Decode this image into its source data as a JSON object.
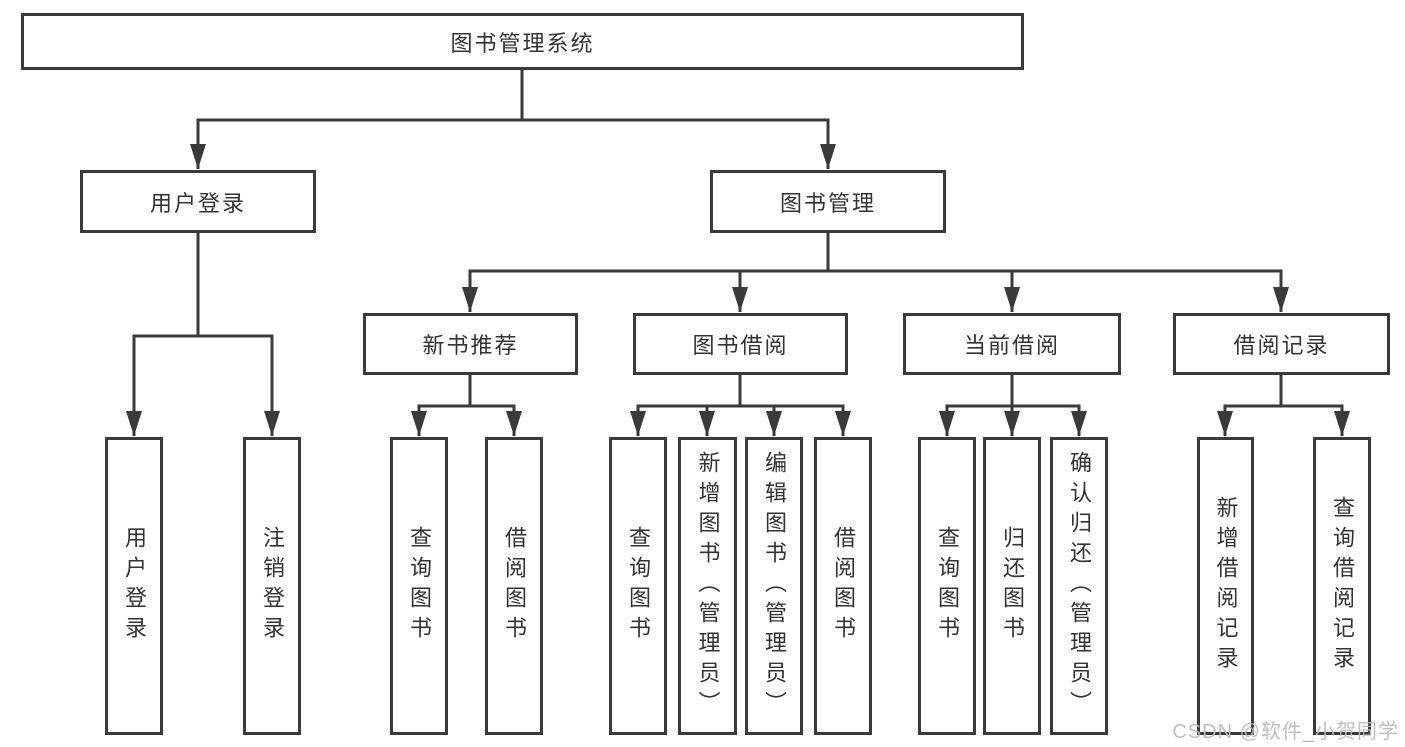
{
  "tree": {
    "root": "图书管理系统",
    "branches": [
      {
        "label": "用户登录",
        "leaves": [
          "用户登录",
          "注销登录"
        ]
      },
      {
        "label": "图书管理",
        "groups": [
          {
            "label": "新书推荐",
            "leaves": [
              "查询图书",
              "借阅图书"
            ]
          },
          {
            "label": "图书借阅",
            "leaves": [
              "查询图书",
              "新增图书（管理员）",
              "编辑图书（管理员）",
              "借阅图书"
            ]
          },
          {
            "label": "当前借阅",
            "leaves": [
              "查询图书",
              "归还图书",
              "确认归还（管理员）"
            ]
          },
          {
            "label": "借阅记录",
            "leaves": [
              "新增借阅记录",
              "查询借阅记录"
            ]
          }
        ]
      }
    ]
  },
  "watermark": {
    "text": "CSDN @软件_小贺同学"
  },
  "colors": {
    "line_stroke": "#3a3a3a",
    "box_border": "#3a3a3a",
    "text": "#333333",
    "watermark": "#b9b9b9",
    "background": "#ffffff"
  }
}
